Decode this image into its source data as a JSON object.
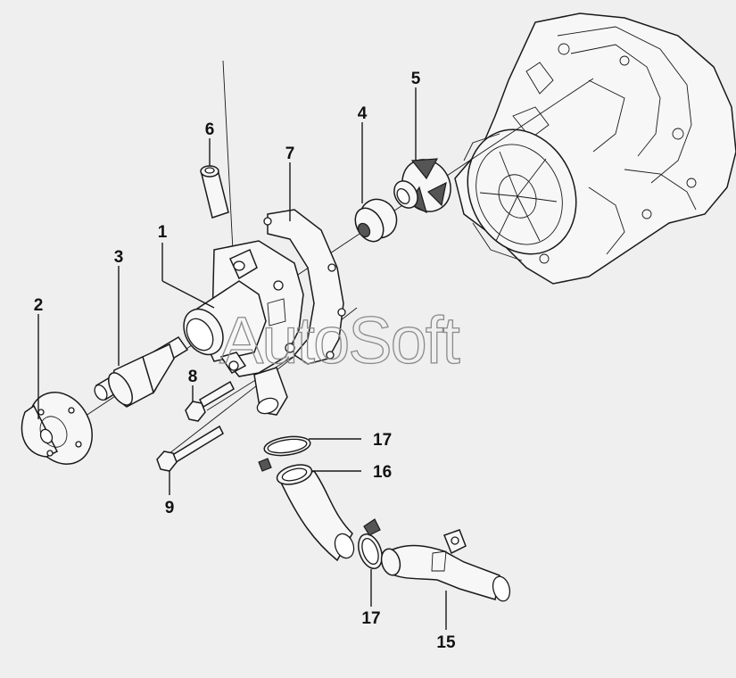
{
  "watermark": "AutoSoft",
  "callouts": [
    {
      "id": "c1",
      "label": "1"
    },
    {
      "id": "c2",
      "label": "2"
    },
    {
      "id": "c3",
      "label": "3"
    },
    {
      "id": "c4",
      "label": "4"
    },
    {
      "id": "c5",
      "label": "5"
    },
    {
      "id": "c6",
      "label": "6"
    },
    {
      "id": "c7",
      "label": "7"
    },
    {
      "id": "c8",
      "label": "8"
    },
    {
      "id": "c9",
      "label": "9"
    },
    {
      "id": "c15",
      "label": "15"
    },
    {
      "id": "c16",
      "label": "16"
    },
    {
      "id": "c17a",
      "label": "17"
    },
    {
      "id": "c17b",
      "label": "17"
    }
  ],
  "colors": {
    "background": "#efefef",
    "line": "#1a1a1a",
    "watermark": "#8a8a8a"
  }
}
